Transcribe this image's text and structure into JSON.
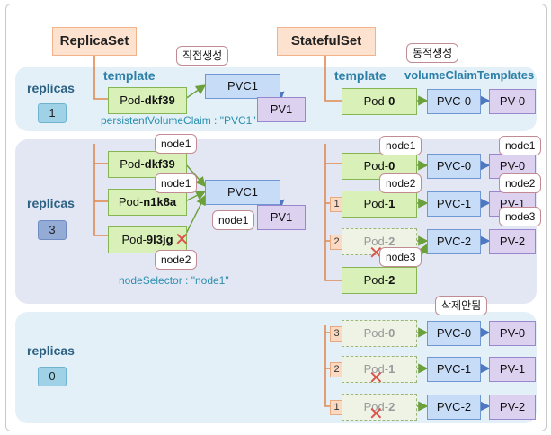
{
  "headers": {
    "replicaset": "ReplicaSet",
    "statefulset": "StatefulSet"
  },
  "labels": {
    "template": "template",
    "volume_claim_templates": "volumeClaimTemplates",
    "replicas": "replicas"
  },
  "notes": {
    "direct_create": "직접생성",
    "dynamic_create": "동적생성",
    "not_deleted": "삭제안됨",
    "node1": "node1",
    "node2": "node2",
    "node3": "node3"
  },
  "captions": {
    "pvc_claim": "persistentVolumeClaim : \"PVC1\"",
    "node_selector": "nodeSelector : \"node1\""
  },
  "sections": [
    {
      "replicas": "1"
    },
    {
      "replicas": "3"
    },
    {
      "replicas": "0"
    }
  ],
  "replicaset": {
    "pvc": "PVC1",
    "pv": "PV1",
    "pod_prefix": "Pod-",
    "pods_s1": [
      "dkf39"
    ],
    "pods_s2": [
      "dkf39",
      "n1k8a",
      "9l3jg"
    ]
  },
  "statefulset": {
    "pod_prefix": "Pod-",
    "rows_s1": [
      {
        "pod": "0",
        "pvc": "PVC-0",
        "pv": "PV-0"
      }
    ],
    "rows_s2": [
      {
        "pod": "0",
        "pvc": "PVC-0",
        "pv": "PV-0"
      },
      {
        "pod": "1",
        "pvc": "PVC-1",
        "pv": "PV-1"
      },
      {
        "pod": "2",
        "pvc": "PVC-2",
        "pv": "PV-2"
      },
      {
        "pod": "2"
      }
    ],
    "rows_s3": [
      {
        "pod": "0",
        "pvc": "PVC-0",
        "pv": "PV-0"
      },
      {
        "pod": "1",
        "pvc": "PVC-1",
        "pv": "PV-1"
      },
      {
        "pod": "2",
        "pvc": "PVC-2",
        "pv": "PV-2"
      }
    ],
    "order_s2": [
      "1",
      "2"
    ],
    "order_s3": [
      "3",
      "2",
      "1"
    ]
  }
}
